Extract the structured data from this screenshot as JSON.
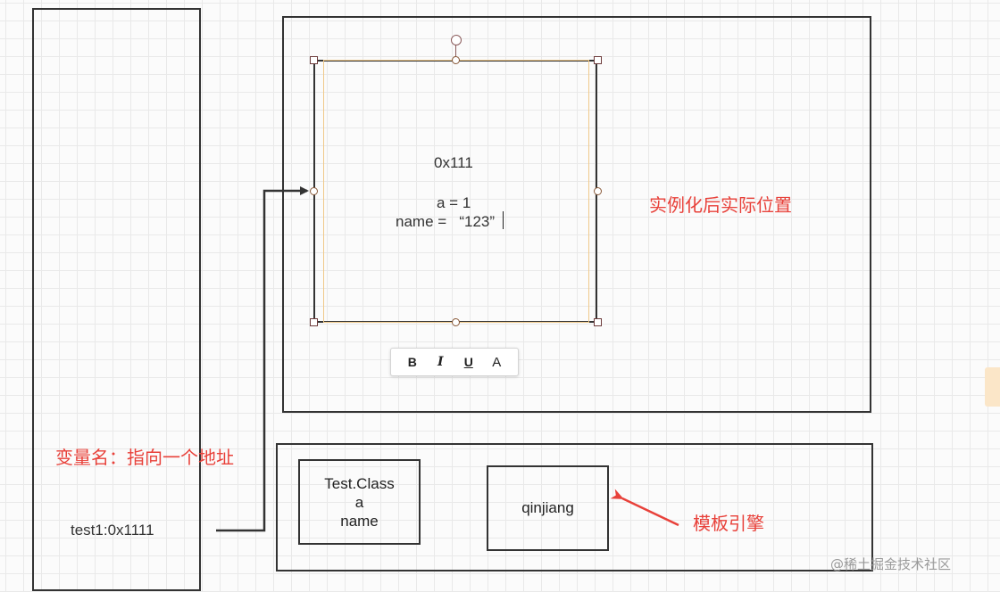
{
  "stack": {
    "label": "变量名：指向一个地址",
    "variable": "test1:0x1111"
  },
  "heap": {
    "instance": {
      "address": "0x111",
      "field_a": "a = 1",
      "field_name": "name =   “123”"
    },
    "label": "实例化后实际位置"
  },
  "template": {
    "class_lines": [
      "Test.Class",
      "a",
      "name"
    ],
    "engine_box": "qinjiang",
    "label": "模板引擎"
  },
  "toolbar": {
    "bold": "B",
    "italic": "I",
    "underline": "U",
    "font_color": "A"
  },
  "watermark": "@稀土掘金技术社区",
  "colors": {
    "label_red": "#e8413a",
    "line": "#333333",
    "selection_inner": "#f0c98a"
  }
}
